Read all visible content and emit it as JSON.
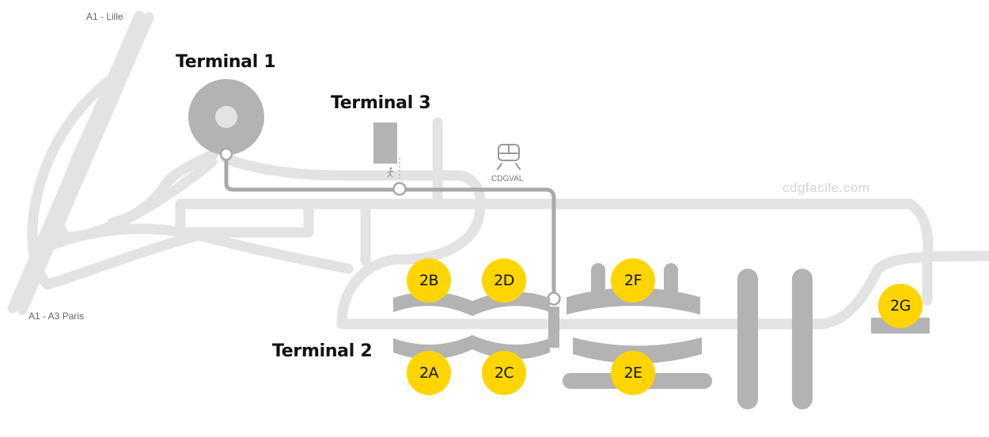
{
  "map": {
    "watermark": "cdgfacile.com",
    "roads": {
      "a1_north": "A1 - Lille",
      "a1_a3_south": "A1 - A3 Paris"
    },
    "terminals": {
      "t1": "Terminal 1",
      "t2": "Terminal 2",
      "t3": "Terminal 3"
    },
    "shuttle": {
      "name": "CDGVAL",
      "icon": "train-icon"
    },
    "halls": {
      "2A": "2A",
      "2B": "2B",
      "2C": "2C",
      "2D": "2D",
      "2E": "2E",
      "2F": "2F",
      "2G": "2G"
    },
    "colors": {
      "hall_badge": "#FFD500",
      "road": "#e3e3e3",
      "building": "#b3b3b3",
      "shuttle_line": "#a9a9a9"
    }
  }
}
